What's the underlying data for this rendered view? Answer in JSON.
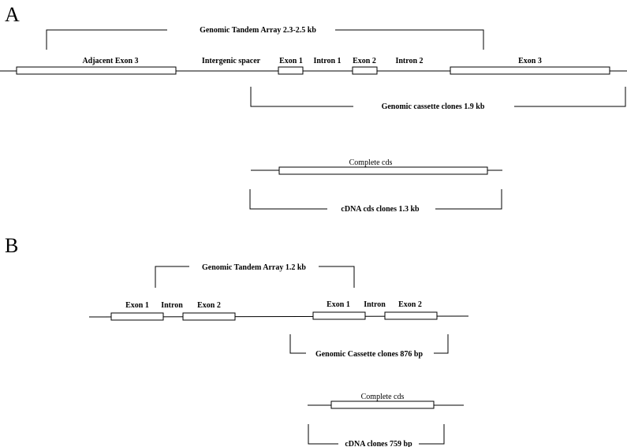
{
  "panel_a": {
    "letter": "A",
    "tandem_array_label": "Genomic Tandem Array 2.3-2.5 kb",
    "adjacent_exon3_label": "Adjacent  Exon 3",
    "intergenic_spacer_label": "Intergenic spacer",
    "exon1_label": "Exon 1",
    "intron1_label": "Intron 1",
    "exon2_label": "Exon 2",
    "intron2_label": "Intron 2",
    "exon3_label": "Exon 3",
    "cassette_label": "Genomic cassette clones 1.9 kb",
    "cds_label": "Complete cds",
    "cdna_label": "cDNA cds clones 1.3 kb"
  },
  "panel_b": {
    "letter": "B",
    "tandem_array_label": "Genomic Tandem Array 1.2 kb",
    "exon1_left_label": "Exon 1",
    "intron_left_label": "Intron",
    "exon2_left_label": "Exon 2",
    "exon1_right_label": "Exon 1",
    "intron_right_label": "Intron",
    "exon2_right_label": "Exon 2",
    "cassette_label": "Genomic Cassette clones  876 bp",
    "cds_label": "Complete cds",
    "cdna_label": "cDNA clones 759 bp"
  }
}
